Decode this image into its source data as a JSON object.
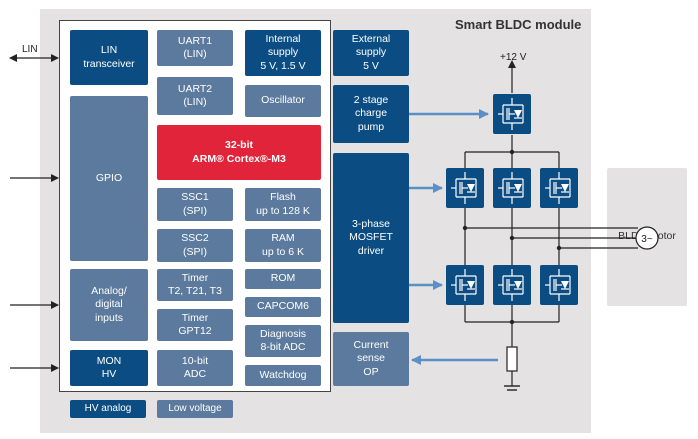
{
  "module_title": "Smart BLDC module",
  "colors": {
    "dark_blue": "#0b4d83",
    "mid_blue": "#5b7a9d",
    "red": "#e2243a",
    "module_bg": "#e4e2e2",
    "arrow_blue": "#5a8fc8"
  },
  "lin_label": "LIN",
  "supply_label": "+12 V",
  "blocks": {
    "lin_transceiver": "LIN\ntransceiver",
    "gpio": "GPIO",
    "analog_digital_inputs": "Analog/\ndigital\ninputs",
    "mon_hv": "MON\nHV",
    "uart1": "UART1\n(LIN)",
    "uart2": "UART2\n(LIN)",
    "cpu": "32-bit\nARM® Cortex®-M3",
    "ssc1": "SSC1\n(SPI)",
    "ssc2": "SSC2\n(SPI)",
    "timer_t2": "Timer\nT2, T21, T3",
    "timer_gpt12": "Timer\nGPT12",
    "adc_10bit": "10-bit\nADC",
    "internal_supply": "Internal\nsupply\n5 V, 1.5 V",
    "oscillator": "Oscillator",
    "flash": "Flash\nup to 128 K",
    "ram": "RAM\nup to 6 K",
    "rom": "ROM",
    "capcom6": "CAPCOM6",
    "diagnosis_adc": "Diagnosis\n8-bit ADC",
    "watchdog": "Watchdog",
    "external_supply": "External\nsupply\n5 V",
    "charge_pump": "2 stage\ncharge\npump",
    "mosfet_driver": "3-phase\nMOSFET\ndriver",
    "current_sense": "Current\nsense\nOP",
    "bldc_motor": "BLDC motor"
  },
  "motor_symbol": "3~",
  "legend": {
    "hv_analog": "HV analog",
    "low_voltage": "Low voltage"
  }
}
